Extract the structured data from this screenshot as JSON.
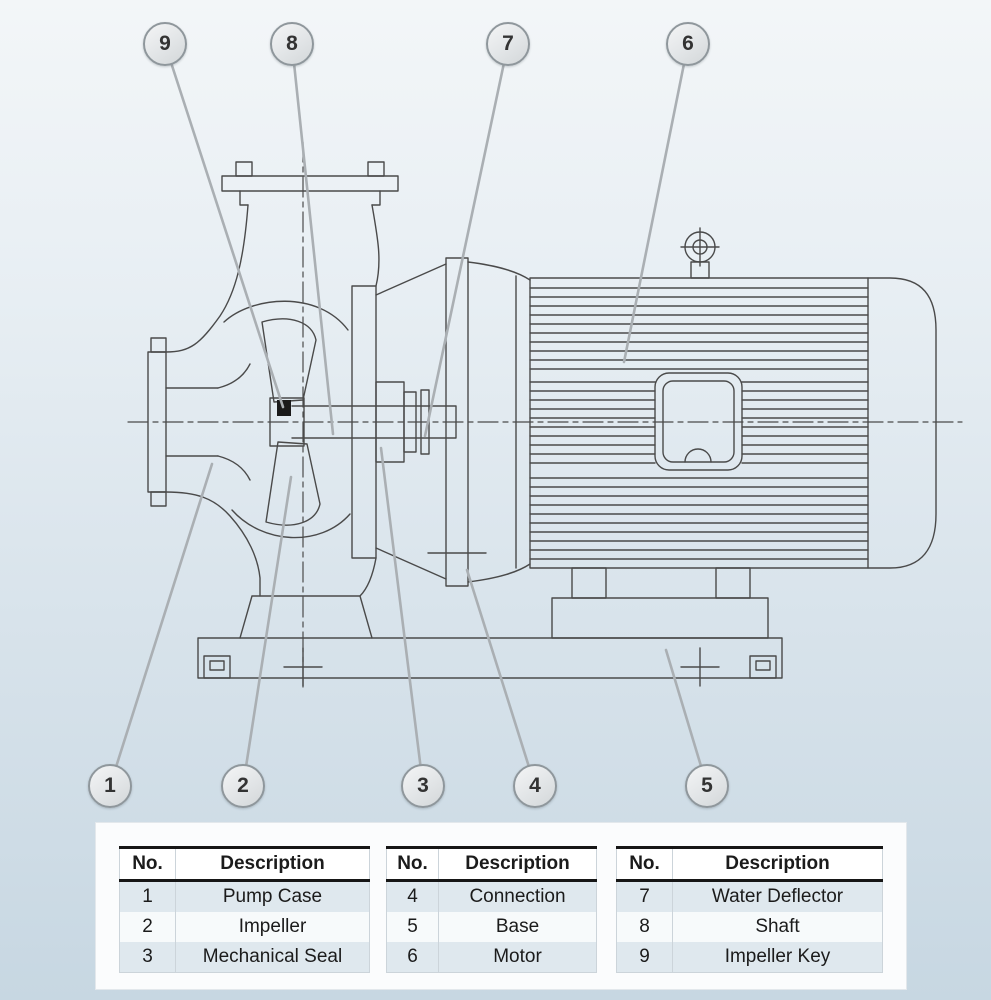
{
  "diagram": {
    "callouts": [
      "1",
      "2",
      "3",
      "4",
      "5",
      "6",
      "7",
      "8",
      "9"
    ]
  },
  "tables": [
    {
      "headers": {
        "no": "No.",
        "description": "Description"
      },
      "rows": [
        {
          "no": "1",
          "description": "Pump Case"
        },
        {
          "no": "2",
          "description": "Impeller"
        },
        {
          "no": "3",
          "description": "Mechanical Seal"
        }
      ]
    },
    {
      "headers": {
        "no": "No.",
        "description": "Description"
      },
      "rows": [
        {
          "no": "4",
          "description": "Connection"
        },
        {
          "no": "5",
          "description": "Base"
        },
        {
          "no": "6",
          "description": "Motor"
        }
      ]
    },
    {
      "headers": {
        "no": "No.",
        "description": "Description"
      },
      "rows": [
        {
          "no": "7",
          "description": "Water Deflector"
        },
        {
          "no": "8",
          "description": "Shaft"
        },
        {
          "no": "9",
          "description": "Impeller Key"
        }
      ]
    }
  ],
  "colors": {
    "line_art": "#4a4a4a",
    "leader_line": "#aaafb3",
    "callout_border": "#8f979c",
    "row_shade": "#dfe8ee",
    "background_top": "#f3f6f8",
    "background_bottom": "#c7d7e2"
  }
}
